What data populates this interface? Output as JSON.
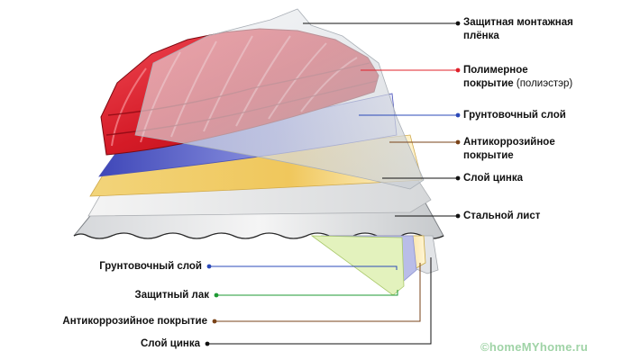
{
  "right_labels": [
    {
      "line1": "Защитная монтажная",
      "line2": "плёнка",
      "color": "#111111"
    },
    {
      "line1": "Полимерное",
      "line2a": "покрытие ",
      "line2b": "(полиэстэр)",
      "color": "#e0202a"
    },
    {
      "line1": "Грунтовочный слой",
      "color": "#2b49b8"
    },
    {
      "line1": "Антикоррозийное",
      "line2": "покрытие",
      "color": "#7a4318"
    },
    {
      "line1": "Слой цинка",
      "color": "#111111"
    },
    {
      "line1": "Стальной лист",
      "color": "#111111"
    }
  ],
  "left_labels": [
    {
      "text": "Грунтовочный слой",
      "color": "#2b49b8"
    },
    {
      "text": "Защитный лак",
      "color": "#1e9a33"
    },
    {
      "text": "Антикоррозийное покрытие",
      "color": "#7a4318"
    },
    {
      "text": "Слой цинка",
      "color": "#111111"
    }
  ],
  "watermark": "©homeMYhome.ru",
  "colors": {
    "polymer": "#d8202c",
    "primer": "#5a63c8",
    "anticorrosion": "#e8c25a",
    "zinc": "#cfd2d6",
    "steel": "#ececec",
    "film": "#d9dde2",
    "lacquer": "#d8eea0"
  }
}
